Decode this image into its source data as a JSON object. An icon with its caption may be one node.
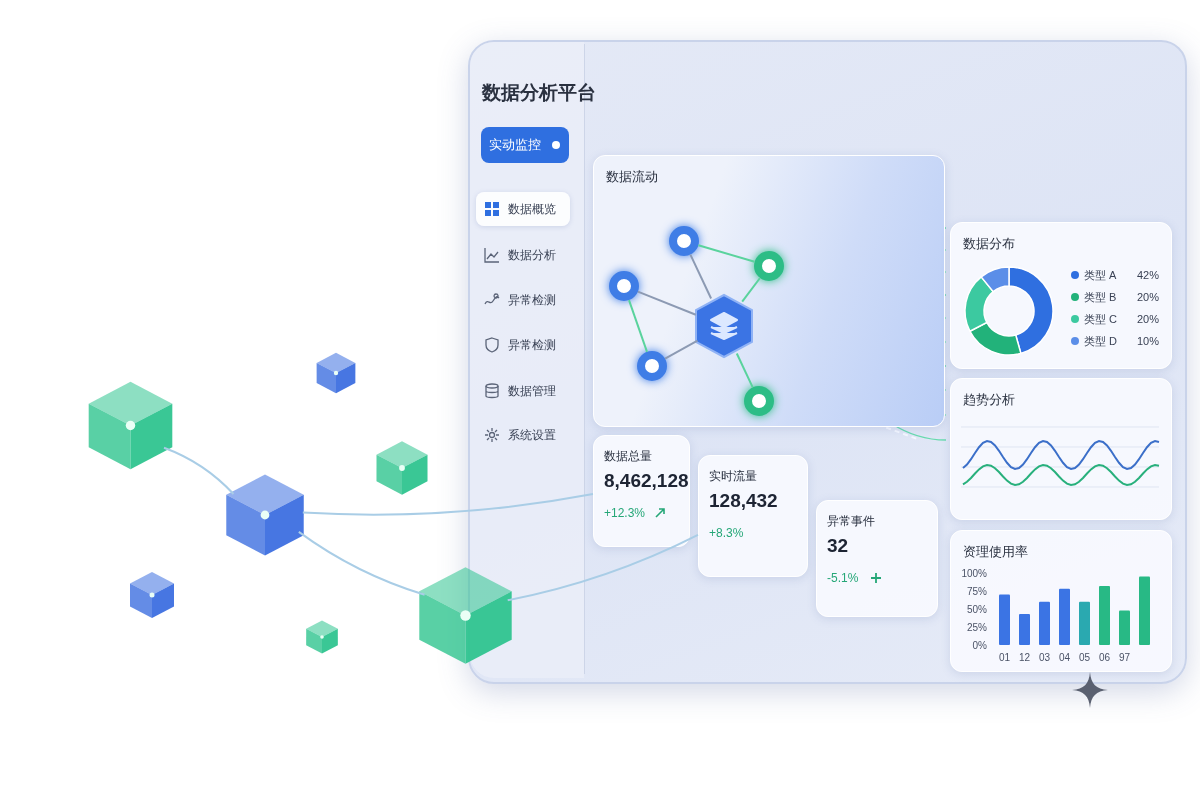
{
  "diagram": {
    "title": "数据分析平台",
    "nodes": [
      {
        "text": [
          "数据流动"
        ]
      },
      {
        "text": [],
        "shape": "circle",
        "in": 0
      },
      {
        "text": [],
        "shape": "circle",
        "in": 0
      },
      {
        "text": [],
        "shape": "circle",
        "in": 0
      },
      {
        "text": [],
        "shape": "hexagon",
        "in": 0
      },
      {
        "text": [],
        "shape": "circle",
        "in": 0
      },
      {
        "text": [],
        "shape": "circle",
        "in": 0
      },
      {
        "text": [
          "数据总量",
          "8,462,128",
          "+12.3%"
        ]
      },
      {
        "text": [
          "实时流量",
          "128,432",
          "+8.3%"
        ]
      },
      {
        "text": [
          "异常事件",
          "32",
          "-5.1%"
        ]
      },
      {
        "text": [],
        "shape": "cube"
      },
      {
        "text": [],
        "shape": "cube"
      },
      {
        "text": [],
        "shape": "cube"
      },
      {
        "text": [],
        "shape": "cube"
      },
      {
        "text": [],
        "shape": "cube"
      },
      {
        "text": [],
        "shape": "cube"
      },
      {
        "text": [],
        "shape": "cube"
      }
    ],
    "edges": [
      {
        "from": 1,
        "to": 4,
        "arrow": "none",
        "color": "#8c9ab3"
      },
      {
        "from": 2,
        "to": 4,
        "arrow": "none",
        "color": "#8c9ab3"
      },
      {
        "from": 2,
        "to": 3,
        "arrow": "none"
      },
      {
        "from": 3,
        "to": 4,
        "arrow": "none"
      },
      {
        "from": 1,
        "to": 5,
        "arrow": "none"
      },
      {
        "from": 5,
        "to": 4,
        "arrow": "none",
        "color": "#8c9ab3"
      },
      {
        "from": 4,
        "to": 6,
        "arrow": "none"
      },
      {
        "from": 11,
        "to": 13,
        "arrow": "none",
        "color": "#a9cde6"
      },
      {
        "from": 13,
        "to": 15,
        "arrow": "none",
        "color": "#a9cde6"
      },
      {
        "from": 13,
        "to": 7,
        "arrow": "none",
        "color": "#a9cde6"
      },
      {
        "from": 15,
        "to": 8,
        "arrow": "none",
        "color": "#a9cde6"
      }
    ],
    "labels": [
      "实动监控",
      "数据概览",
      "数据分析",
      "异常检测",
      "异常检测",
      "数据管理",
      "系统设置",
      "趋势分析"
    ],
    "chart_data": [
      {
        "type": "donut",
        "title": "数据分布",
        "categories": [
          "类型 A",
          "类型 B",
          "类型 C",
          "类型 D"
        ],
        "values": [
          42,
          20,
          20,
          10
        ],
        "value_labels": [
          "42%",
          "20%",
          "20%",
          "10%"
        ],
        "legend": "right"
      },
      {
        "type": "bar",
        "title": "资理使用率",
        "categories": [
          "01",
          "12",
          "03",
          "04",
          "05",
          "06",
          "97",
          null
        ],
        "values": [
          70,
          43,
          60,
          78,
          60,
          82,
          48,
          95
        ],
        "ylim": [
          0,
          100
        ],
        "yticks": [
          {
            "value": 0,
            "label": "0%"
          },
          {
            "value": 25,
            "label": "25%"
          },
          {
            "value": 50,
            "label": "50%"
          },
          {
            "value": 75,
            "label": "75%"
          },
          {
            "value": 100,
            "label": "100%"
          }
        ]
      }
    ]
  }
}
